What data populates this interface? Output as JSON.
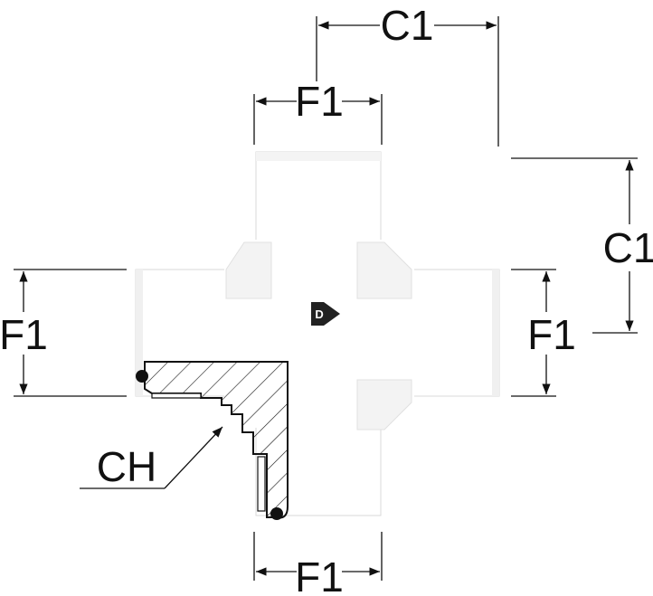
{
  "labels": {
    "top_c1": "C1",
    "top_f1": "F1",
    "right_c1": "C1",
    "right_f1": "F1",
    "left_f1": "F1",
    "bottom_f1": "F1",
    "ch": "CH"
  },
  "colors": {
    "body_fill": "#ffffff",
    "body_shade": "#f2f2f2",
    "edge": "#cfcfcf",
    "line": "#111111",
    "logo": "#222222"
  },
  "icons": {
    "logo": "dunlop-d-arrow-logo"
  }
}
